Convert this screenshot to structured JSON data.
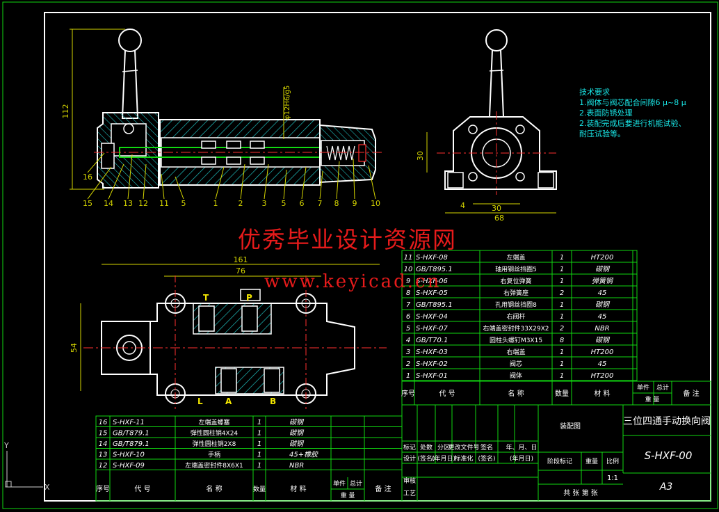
{
  "colors": {
    "bg": "#000000",
    "frame": "#ffffff",
    "table": "#11d811",
    "text_white": "#ffffff",
    "text_yellow": "#f2e600",
    "dim": "#d6d600",
    "hatch": "#1fbfbf",
    "watermark": "#ff1e1e"
  },
  "dims": {
    "d112": "112",
    "d161": "161",
    "d76": "76",
    "d54": "54",
    "d30a": "30",
    "d30b": "30",
    "d4": "4",
    "d68": "68",
    "fit": "φ12H6/g5"
  },
  "front_balloons": [
    "16",
    "15",
    "14",
    "13",
    "12",
    "11",
    "5",
    "1",
    "2",
    "3",
    "5",
    "6",
    "7",
    "8",
    "9",
    "10"
  ],
  "port_labels": {
    "t": "T",
    "p": "P",
    "l": "L",
    "a": "A",
    "b": "B"
  },
  "tech_notes": [
    "技术要求",
    "1.阀体与阀芯配合间隙6 μ~8 μ",
    "2.表面防锈处理",
    "2.装配完成后要进行机能试验、",
    "耐压试验等。"
  ],
  "watermark": {
    "line1": "优秀毕业设计资源网",
    "line2": "www.keyicad.cn"
  },
  "bom_upper": [
    [
      "11",
      "S-HXF-08",
      "左端盖",
      "1",
      "HT200"
    ],
    [
      "10",
      "GB/T895.1",
      "轴用钢丝挡圈5",
      "1",
      "碳钢"
    ],
    [
      "9",
      "S-HXF-06",
      "右复位弹簧",
      "1",
      "弹簧钢"
    ],
    [
      "8",
      "S-HXF-05",
      "右弹簧座",
      "2",
      "45"
    ],
    [
      "7",
      "GB/T895.1",
      "孔用钢丝挡圈8",
      "1",
      "碳钢"
    ],
    [
      "6",
      "S-HXF-04",
      "右阀杆",
      "1",
      "45"
    ],
    [
      "5",
      "S-HXF-07",
      "右端盖密封件33X29X2",
      "2",
      "NBR"
    ],
    [
      "4",
      "GB/T70.1",
      "圆柱头螺钉M3X15",
      "8",
      "碳钢"
    ],
    [
      "3",
      "S-HXF-03",
      "右端盖",
      "1",
      "HT200"
    ],
    [
      "2",
      "S-HXF-02",
      "阀芯",
      "1",
      "45"
    ],
    [
      "1",
      "S-HXF-01",
      "阀体",
      "1",
      "HT200"
    ]
  ],
  "bom_lower": [
    [
      "16",
      "S-HXF-11",
      "左端盖螺塞",
      "1",
      "碳钢"
    ],
    [
      "15",
      "GB/T879.1",
      "弹性圆柱销4X24",
      "1",
      "碳钢"
    ],
    [
      "14",
      "GB/T879.1",
      "弹性圆柱销2X8",
      "1",
      "碳钢"
    ],
    [
      "13",
      "S-HXF-10",
      "手柄",
      "1",
      "45+橡胶"
    ],
    [
      "12",
      "S-HXF-09",
      "左端盖密封件8X6X1",
      "1",
      "NBR"
    ]
  ],
  "bom_header": {
    "seq": "序号",
    "code": "代  号",
    "name": "名  称",
    "qty": "数量",
    "mat": "材  料",
    "unit": "单件",
    "total": "总计",
    "weight": "重  量",
    "remark": "备  注"
  },
  "title_block": {
    "title": "三位四通手动换向阀",
    "drawing_no": "S-HXF-00",
    "sheet": "A3",
    "label": "装配图",
    "scale": "1:1",
    "hdr_row1": [
      "标记",
      "处数",
      "分区",
      "更改文件号",
      "签名",
      "年、月、日"
    ],
    "hdr_row2": [
      "设计",
      "(签名)",
      "(年月日)",
      "标准化",
      "(签名)",
      "(年月日)"
    ],
    "review": "审核",
    "craft": "工艺",
    "stage": "阶段标记",
    "wt": "重量",
    "ratio": "比例",
    "sheets": "共  张  第  张",
    "ucs_y": "Y",
    "ucs_x": "X"
  }
}
